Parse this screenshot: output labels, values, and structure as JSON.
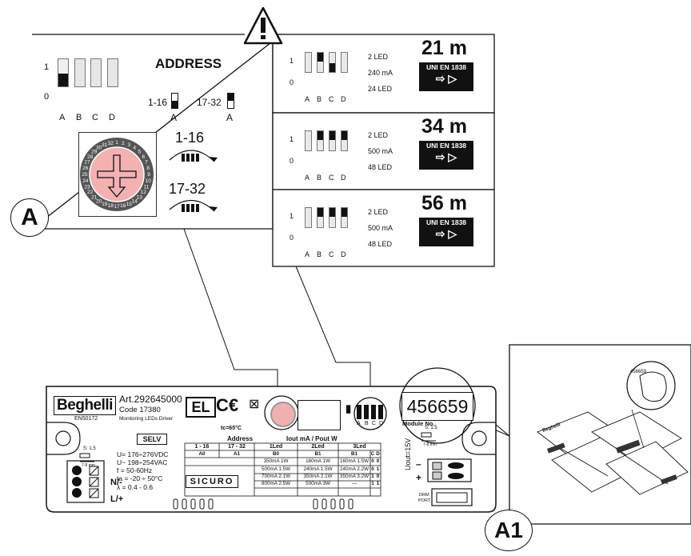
{
  "panel_a": {
    "dip_labels": [
      "A",
      "B",
      "C",
      "D"
    ],
    "row_on": "1",
    "row_off": "0",
    "title": "ADDRESS",
    "range_low": "1-16",
    "range_high": "17-32",
    "switch_letter": "A",
    "callout": "A",
    "rotary_numbers": [
      "1",
      "2",
      "3",
      "4",
      "5",
      "6",
      "7",
      "8",
      "9",
      "10",
      "11",
      "12",
      "13",
      "14",
      "15",
      "16",
      "17",
      "18",
      "19",
      "20",
      "21",
      "22",
      "23",
      "24",
      "25",
      "26",
      "27",
      "28",
      "29",
      "30",
      "31",
      "32"
    ]
  },
  "config_panels": [
    {
      "leds2": "2 LED",
      "current": "240 mA",
      "leds24": "24 LED",
      "distance": "21 m",
      "standard": "UNI EN 1838",
      "switches": [
        1,
        0,
        0,
        1
      ]
    },
    {
      "leds2": "2 LED",
      "current": "500 mA",
      "leds24": "48 LED",
      "distance": "34 m",
      "standard": "UNI EN 1838",
      "switches": [
        1,
        1,
        1,
        1
      ]
    },
    {
      "leds2": "2 LED",
      "current": "500 mA",
      "leds24": "48 LED",
      "distance": "56 m",
      "standard": "UNI EN 1838",
      "switches": [
        1,
        1,
        1,
        1
      ]
    }
  ],
  "device": {
    "brand": "Beghelli",
    "art": "Art.292645000",
    "code": "Code 17380",
    "subtitle": "Monitoring LEDs Driver",
    "standard": "EN50172",
    "cert_el": "EL",
    "cert_ce": "C€",
    "tc": "tc=65°C",
    "selv": "SELV",
    "strip_top": "S: 1.5",
    "strip_bottom": "7-8 mm",
    "module_number": "456659",
    "module_label": "Module No.",
    "sicuro": "SICURO",
    "specs": [
      "U= 176÷276VDC",
      "U~ 198÷254VAC",
      "f = 50-60Hz",
      "ta = -20 ÷ 50°C",
      "λ = 0.4 - 0.6"
    ],
    "terminal_n": "N/-",
    "terminal_l": "L/+",
    "uout": "Uout=15V",
    "drm": "DRM",
    "port": "PORT",
    "address_title": "Address",
    "address_cols": [
      "1 - 16",
      "17 - 32"
    ],
    "address_sub": [
      "A0",
      "A1"
    ],
    "iout_title": "Iout mA / Pout W",
    "led_cols": [
      "1Led",
      "2Led",
      "3Led"
    ],
    "led_sub": [
      "B0",
      "B1",
      "B1"
    ],
    "cd_cols": [
      "C",
      "D"
    ],
    "table_rows": [
      [
        "350mA 1W",
        "160mA 1W",
        "160mA 1.5W",
        "0",
        "0"
      ],
      [
        "500mA 1.5W",
        "240mA 1.5W",
        "240mA 2.2W",
        "0",
        "1"
      ],
      [
        "700mA 2.1W",
        "350mA 2.1W",
        "350mA 3.2W",
        "1",
        "0"
      ],
      [
        "800mA 2.5W",
        "500mA 3W",
        "—",
        "1",
        "1"
      ]
    ],
    "dip_labels": [
      "A",
      "B",
      "C",
      "D"
    ]
  },
  "panel_a1": {
    "callout": "A1",
    "folder_brand": "Beghelli",
    "sticker": "456659"
  }
}
